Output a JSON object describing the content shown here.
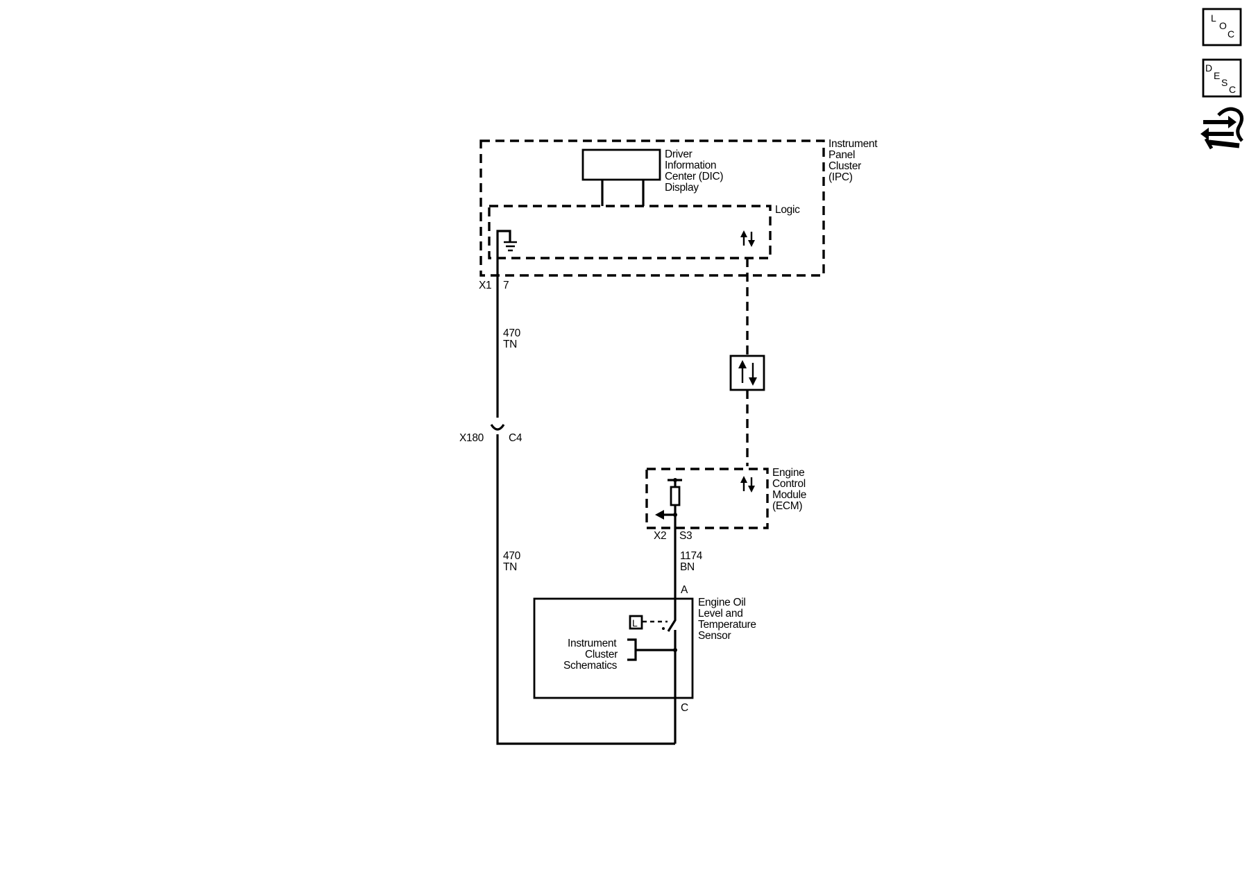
{
  "colors": {
    "line": "#000000",
    "background": "#ffffff"
  },
  "sidebar": {
    "loc": {
      "icon": "location-icon",
      "letters": [
        "L",
        "O",
        "C"
      ]
    },
    "desc": {
      "icon": "description-icon",
      "letters": [
        "D",
        "E",
        "S",
        "C"
      ]
    },
    "repair": {
      "icon": "repair-procedure-icon"
    }
  },
  "ipc": {
    "label": [
      "Instrument",
      "Panel",
      "Cluster",
      "(IPC)"
    ],
    "dic_label": [
      "Driver",
      "Information",
      "Center (DIC)",
      "Display"
    ],
    "logic_label": "Logic",
    "connector": "X1",
    "pin": "7"
  },
  "wire_470_top": {
    "circuit": "470",
    "color": "TN"
  },
  "inline_connector": {
    "name": "X180",
    "pin": "C4"
  },
  "wire_470_bottom": {
    "circuit": "470",
    "color": "TN"
  },
  "ecm": {
    "label": [
      "Engine",
      "Control",
      "Module",
      "(ECM)"
    ],
    "connector": "X2",
    "pin": "S3"
  },
  "wire_1174": {
    "circuit": "1174",
    "color": "BN"
  },
  "sensor": {
    "label": [
      "Engine Oil",
      "Level and",
      "Temperature",
      "Sensor"
    ],
    "pin_a": "A",
    "pin_c": "C",
    "ref_label": [
      "Instrument",
      "Cluster",
      "Schematics"
    ],
    "level_symbol": "L"
  }
}
